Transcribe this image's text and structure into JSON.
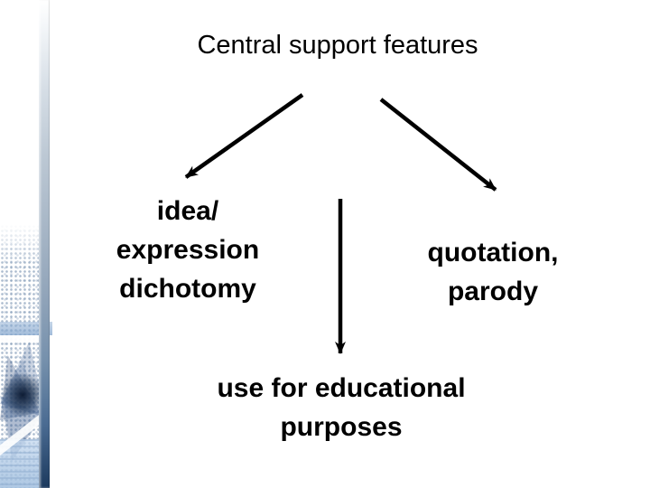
{
  "slide": {
    "title": "Central support features",
    "nodes": {
      "left": "idea/\nexpression\ndichotomy",
      "right": "quotation,\nparody",
      "bottom": "use for educational\npurposes"
    },
    "diagram": {
      "type": "concept-map",
      "edges": [
        {
          "from": "Central support features",
          "to": "idea/ expression dichotomy"
        },
        {
          "from": "Central support features",
          "to": "quotation, parody"
        },
        {
          "from": "Central support features",
          "to": "use for educational purposes"
        }
      ]
    },
    "colors": {
      "background": "#ffffff",
      "text": "#000000",
      "arrow": "#000000",
      "sidebar_top": "#ffffff",
      "sidebar_middle": "#92a5ba",
      "sidebar_bottom": "#1c3a5e",
      "decoration_accent": "#3c5f8c"
    }
  }
}
